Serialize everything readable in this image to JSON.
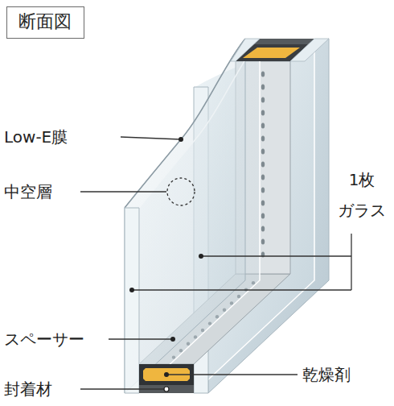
{
  "diagram": {
    "nodes": [
      {
        "text": [
          "断面図"
        ]
      }
    ],
    "labels": [
      "Low-E膜",
      "中空層",
      "1枚 ガラス",
      "スペーサー",
      "乾燥剤",
      "封着材"
    ]
  }
}
